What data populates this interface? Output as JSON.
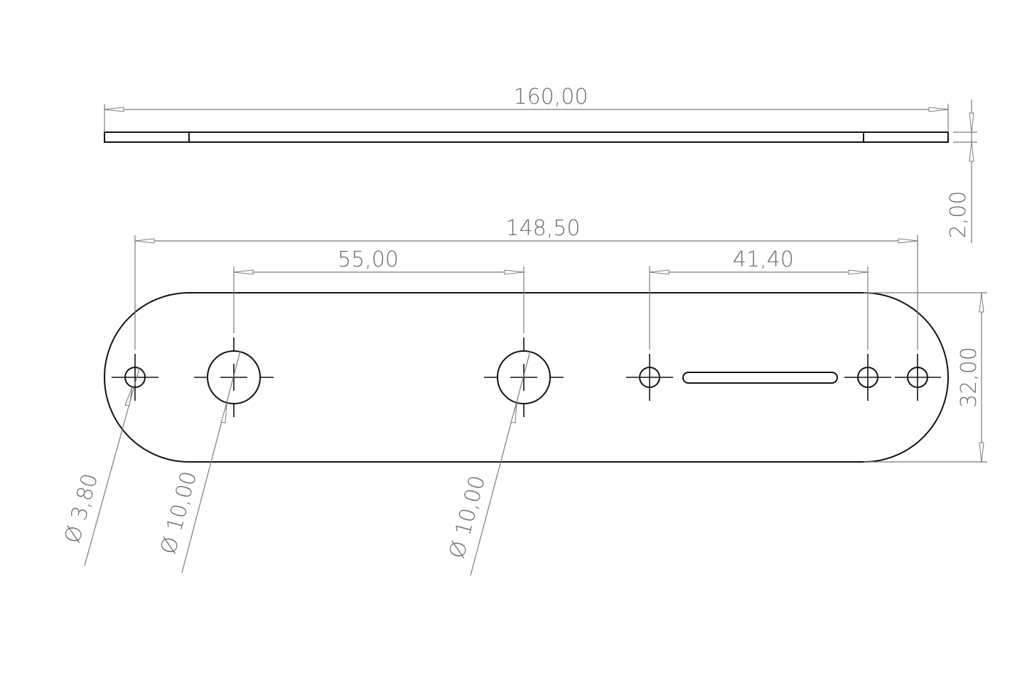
{
  "drawing": {
    "type": "technical-drawing",
    "subject": "control plate",
    "colors": {
      "part_outline": "#111111",
      "dimension": "#7a7a7a",
      "dimension_text": "#6e6e6e",
      "background": "#ffffff"
    },
    "side_view": {
      "length_label": "160,00",
      "thickness_label": "2,00"
    },
    "top_view": {
      "overall_hole_span_label": "148,50",
      "knob_spacing_label": "55,00",
      "switch_screw_spacing_label": "41,40",
      "width_label": "32,00",
      "diameters": [
        {
          "id": "mount-hole-left",
          "label": "Ø 3,80"
        },
        {
          "id": "pot-hole-1",
          "label": "Ø 10,00"
        },
        {
          "id": "pot-hole-2",
          "label": "Ø 10,00"
        }
      ]
    }
  }
}
